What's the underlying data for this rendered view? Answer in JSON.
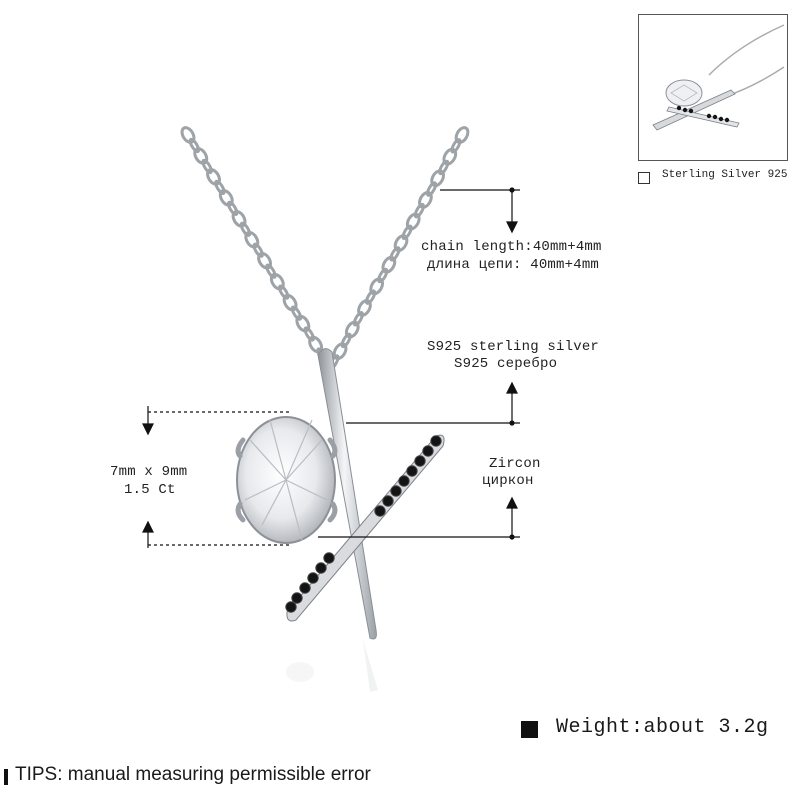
{
  "labels": {
    "chain_en": "chain length:40mm+4mm",
    "chain_ru": "длина цепи: 40mm+4mm",
    "silver_en": "S925 sterling silver",
    "silver_ru": "S925 серебро",
    "stone_size": "7mm x 9mm",
    "stone_ct": "1.5 Ct",
    "zircon_en": "Zircon",
    "zircon_ru": "циркон"
  },
  "thumbnail": {
    "caption": "Sterling Silver 925"
  },
  "weight": "Weight:about 3.2g",
  "tips": "TIPS: manual measuring permissible error",
  "colors": {
    "silver": "#c9ccd1",
    "silver_dark": "#8e9298",
    "black_stone": "#141414",
    "line": "#111111"
  }
}
